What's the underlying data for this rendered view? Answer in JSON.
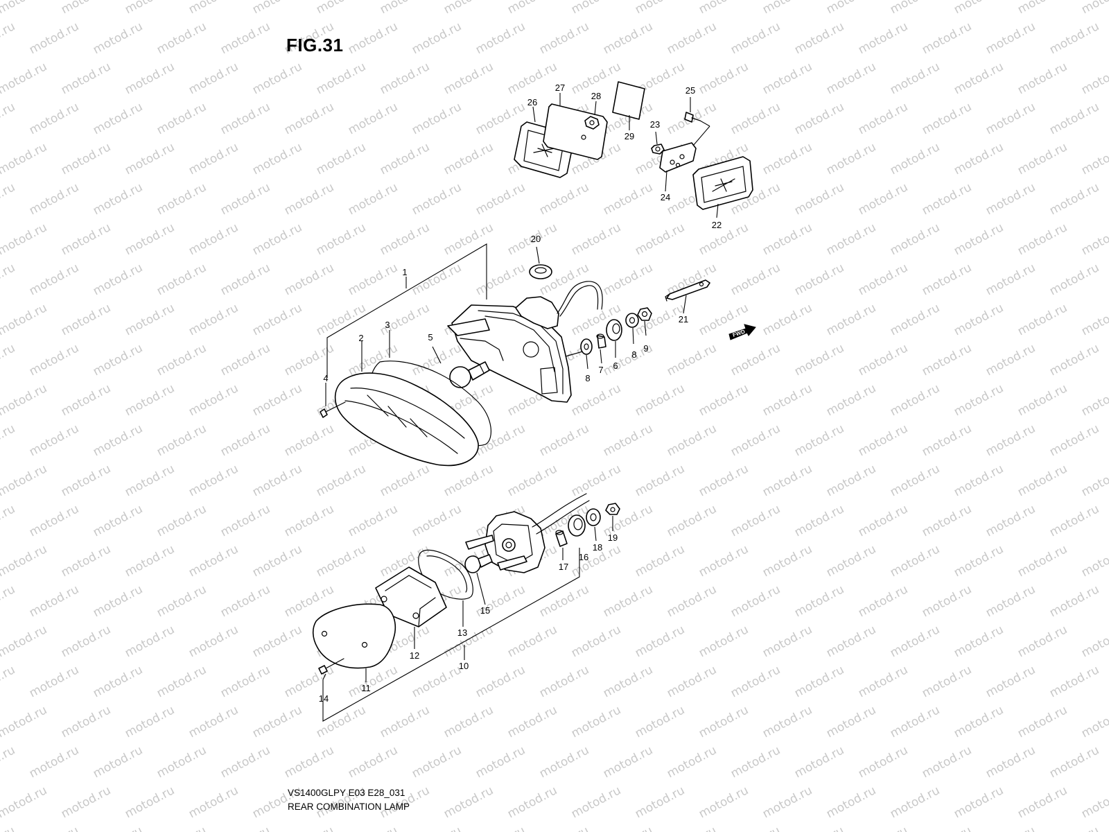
{
  "figure_title": "FIG.31",
  "caption": {
    "model_code": "VS1400GLPY E03 E28_031",
    "assembly_name": "REAR COMBINATION LAMP"
  },
  "watermark_text": "motod.ru",
  "direction_marker": "FWD",
  "colors": {
    "line": "#000000",
    "watermark": "#c8c8c8",
    "background": "#ffffff"
  },
  "callouts": {
    "c1": "1",
    "c2": "2",
    "c3": "3",
    "c4": "4",
    "c5": "5",
    "c6": "6",
    "c7": "7",
    "c8a": "8",
    "c8b": "8",
    "c9": "9",
    "c10": "10",
    "c11": "11",
    "c12": "12",
    "c13": "13",
    "c14": "14",
    "c15": "15",
    "c16": "16",
    "c17": "17",
    "c18": "18",
    "c19": "19",
    "c20": "20",
    "c21": "21",
    "c22": "22",
    "c23": "23",
    "c24": "24",
    "c25": "25",
    "c26": "26",
    "c27": "27",
    "c28": "28",
    "c29": "29"
  }
}
